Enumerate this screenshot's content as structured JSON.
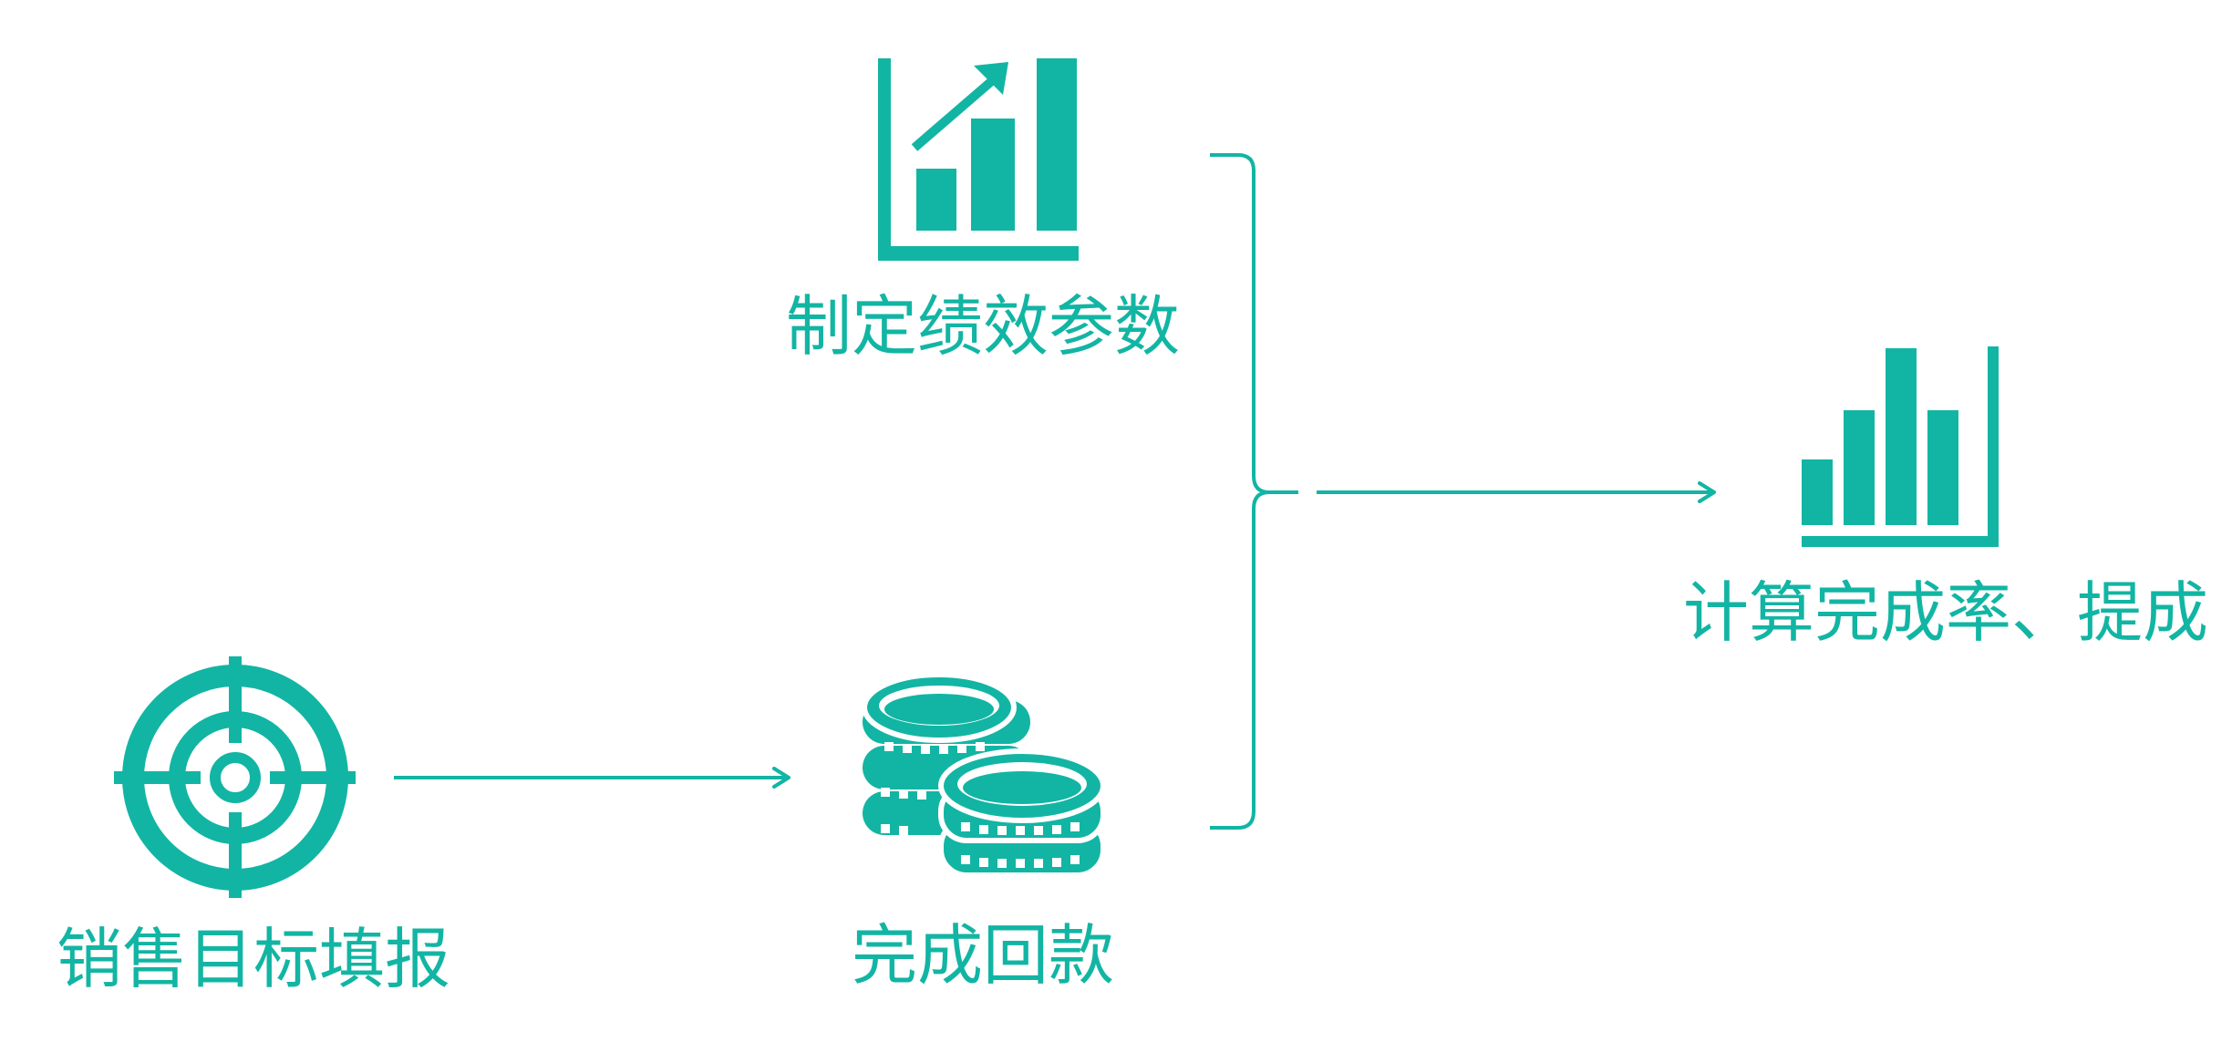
{
  "colors": {
    "accent": "#12b5a3",
    "background": "#ffffff"
  },
  "nodes": {
    "sales_target": {
      "label": "销售目标填报",
      "icon": "target-icon"
    },
    "payment": {
      "label": "完成回款",
      "icon": "coins-icon"
    },
    "parameters": {
      "label": "制定绩效参数",
      "icon": "growth-chart-icon"
    },
    "result": {
      "label": "计算完成率、提成",
      "icon": "bar-chart-icon"
    }
  }
}
